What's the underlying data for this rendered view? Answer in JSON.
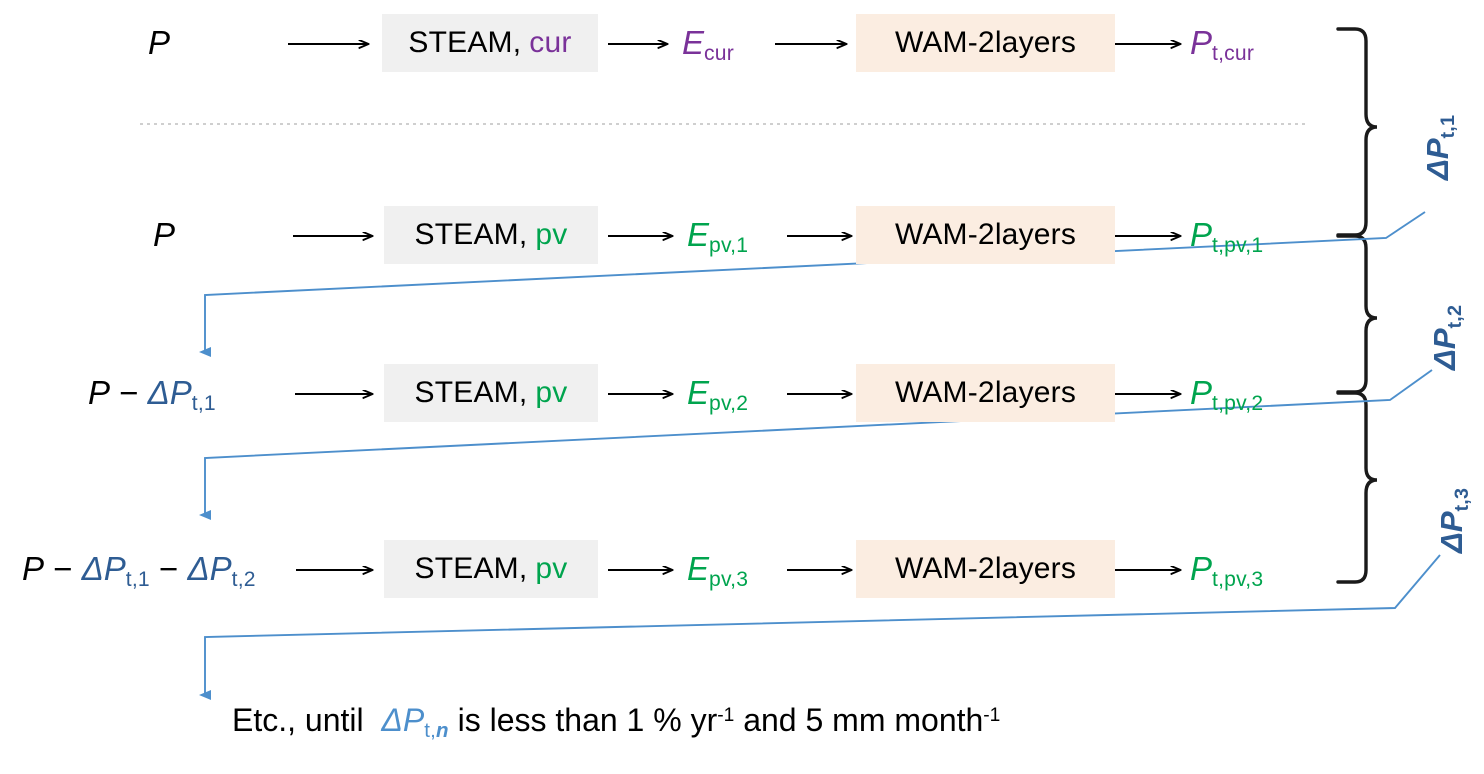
{
  "figure": {
    "type": "flowchart",
    "title": "Iterative STEAM / WAM-2layers moisture tracking scheme",
    "colors": {
      "purple": "#7A3299",
      "green": "#00A44E",
      "dark_blue": "#2E5C93",
      "light_blue": "#4D8FCC",
      "black": "#000000",
      "steam_box_fill": "#F0F0F0",
      "wam_box_fill": "#FBEDE1",
      "divider": "#BFBFBF"
    },
    "divider": {
      "name": "dashed-separator",
      "style": "dotted"
    }
  },
  "rows": [
    {
      "id": "row-cur",
      "input": {
        "base": "P",
        "terms": []
      },
      "steam": {
        "prefix": "STEAM,",
        "variant": "cur",
        "variant_color": "purple"
      },
      "evap": {
        "symbol": "E",
        "subscript": "cur",
        "color": "purple"
      },
      "wam": {
        "label": "WAM-2layers"
      },
      "output": {
        "symbol": "P",
        "subscript": "t,cur",
        "color": "purple"
      }
    },
    {
      "id": "row-pv-1",
      "input": {
        "base": "P",
        "terms": []
      },
      "steam": {
        "prefix": "STEAM,",
        "variant": "pv",
        "variant_color": "green"
      },
      "evap": {
        "symbol": "E",
        "subscript": "pv,1",
        "color": "green"
      },
      "wam": {
        "label": "WAM-2layers"
      },
      "output": {
        "symbol": "P",
        "subscript": "t,pv,1",
        "color": "green"
      }
    },
    {
      "id": "row-pv-2",
      "input": {
        "base": "P",
        "terms": [
          "− ΔP",
          "t,1"
        ]
      },
      "input_text": "P − ΔPt,1",
      "steam": {
        "prefix": "STEAM,",
        "variant": "pv",
        "variant_color": "green"
      },
      "evap": {
        "symbol": "E",
        "subscript": "pv,2",
        "color": "green"
      },
      "wam": {
        "label": "WAM-2layers"
      },
      "output": {
        "symbol": "P",
        "subscript": "t,pv,2",
        "color": "green"
      }
    },
    {
      "id": "row-pv-3",
      "input": {
        "base": "P",
        "terms": [
          "− ΔP",
          "t,1",
          "− ΔP",
          "t,2"
        ]
      },
      "input_text": "P − ΔPt,1 − ΔPt,2",
      "steam": {
        "prefix": "STEAM,",
        "variant": "pv",
        "variant_color": "green"
      },
      "evap": {
        "symbol": "E",
        "subscript": "pv,3",
        "color": "green"
      },
      "wam": {
        "label": "WAM-2layers"
      },
      "output": {
        "symbol": "P",
        "subscript": "t,pv,3",
        "color": "green"
      }
    }
  ],
  "labels": {
    "P": "P",
    "minus": "−",
    "delta_P": "ΔP",
    "E": "E",
    "steam_prefix": "STEAM,",
    "cur": "cur",
    "pv": "pv",
    "wam": "WAM-2layers",
    "sub_t_cur": "t,cur",
    "sub_cur": "cur",
    "sub_pv1": "pv,1",
    "sub_pv2": "pv,2",
    "sub_pv3": "pv,3",
    "sub_t_pv1": "t,pv,1",
    "sub_t_pv2": "t,pv,2",
    "sub_t_pv3": "t,pv,3",
    "sub_t1": "t,1",
    "sub_t2": "t,2",
    "sub_tn": "t,"
  },
  "braces": [
    {
      "id": "brace-1",
      "label_symbol": "ΔP",
      "label_sub": "t,1"
    },
    {
      "id": "brace-2",
      "label_symbol": "ΔP",
      "label_sub": "t,2"
    },
    {
      "id": "brace-3",
      "label_symbol": "ΔP",
      "label_sub": "t,3"
    }
  ],
  "bottom_note": {
    "pre": "Etc., until",
    "symbol": "ΔP",
    "sub_static": "t,",
    "sub_italic": "n",
    "post_1": "is less than 1 % yr",
    "sup_1": "-1",
    "post_2": "and 5 mm month",
    "sup_2": "-1"
  }
}
